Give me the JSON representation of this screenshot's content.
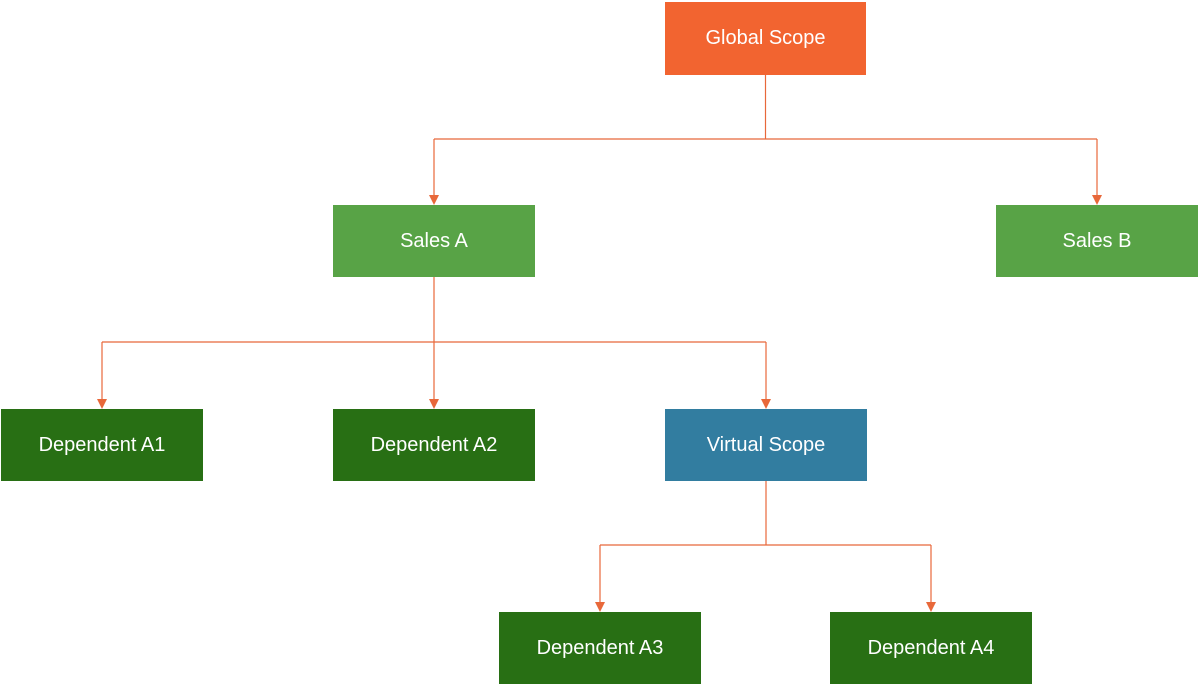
{
  "colors": {
    "root": "#F26430",
    "level1": "#58A346",
    "leaf": "#286F14",
    "virtual": "#327DA0",
    "connector": "#E8683A",
    "text": "#FFFFFF"
  },
  "nodes": {
    "global_scope": {
      "label": "Global Scope"
    },
    "sales_a": {
      "label": "Sales A"
    },
    "sales_b": {
      "label": "Sales B"
    },
    "dependent_a1": {
      "label": "Dependent A1"
    },
    "dependent_a2": {
      "label": "Dependent A2"
    },
    "virtual_scope": {
      "label": "Virtual Scope"
    },
    "dependent_a3": {
      "label": "Dependent A3"
    },
    "dependent_a4": {
      "label": "Dependent A4"
    }
  },
  "edges": [
    {
      "from": "global_scope",
      "to": "sales_a"
    },
    {
      "from": "global_scope",
      "to": "sales_b"
    },
    {
      "from": "sales_a",
      "to": "dependent_a1"
    },
    {
      "from": "sales_a",
      "to": "dependent_a2"
    },
    {
      "from": "sales_a",
      "to": "virtual_scope"
    },
    {
      "from": "virtual_scope",
      "to": "dependent_a3"
    },
    {
      "from": "virtual_scope",
      "to": "dependent_a4"
    }
  ]
}
